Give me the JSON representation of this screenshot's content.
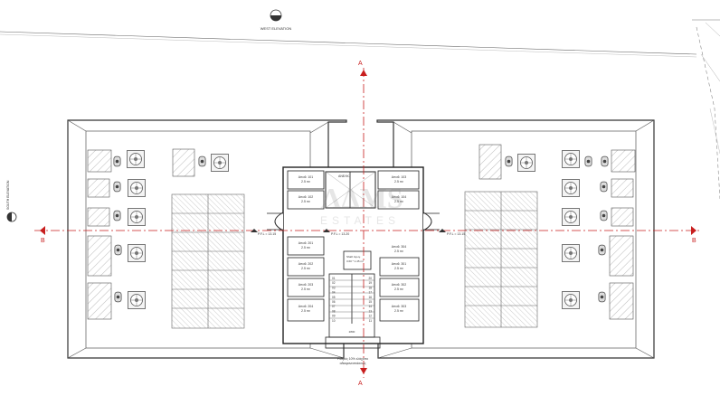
{
  "drawing": {
    "elevation_title": "WEST ELEVATION",
    "side_elevation_title": "SOUTH ELEVATION",
    "section_a": "A",
    "section_b": "B",
    "level_left": "P.F.L = 13.15",
    "level_center": "P.F.L = 13.20",
    "level_right": "P.F.L = 13.15",
    "roof_note_line1": "Ρυθμός 10% ελάχιστο",
    "roof_note_line2": "αδιαφανεστιάσεως",
    "lift_label": "ΑΝΕΛΚ.",
    "shaft_label": "Shaft Αγωγ.",
    "shaft_area": "3.60 * 1.45 m²",
    "stair_step_label": "2800",
    "watermark_logo": "ΛΔΜS",
    "watermark_text": "ESTATES"
  },
  "storage_rooms": [
    {
      "name": "Αποθ. 101",
      "area": "2.5 m²"
    },
    {
      "name": "Αποθ. 102",
      "area": "2.5 m²"
    },
    {
      "name": "Αποθ. 103",
      "area": "2.5 m²"
    },
    {
      "name": "Αποθ. 104",
      "area": "2.5 m²"
    },
    {
      "name": "Αποθ. 201",
      "area": "2.5 m²"
    },
    {
      "name": "Αποθ. 202",
      "area": "2.5 m²"
    },
    {
      "name": "Αποθ. 203",
      "area": "2.5 m²"
    },
    {
      "name": "Αποθ. 204",
      "area": "2.5 m²"
    },
    {
      "name": "Αποθ. 301",
      "area": "2.5 m²"
    },
    {
      "name": "Αποθ. 302",
      "area": "2.5 m²"
    },
    {
      "name": "Αποθ. 303",
      "area": "2.5 m²"
    },
    {
      "name": "Αποθ. 304",
      "area": "2.5 m²"
    }
  ],
  "stair_numbers_left": [
    "01",
    "02",
    "03",
    "04",
    "05",
    "06",
    "07",
    "08",
    "09",
    "10"
  ],
  "stair_numbers_right": [
    "20",
    "19",
    "18",
    "17",
    "16",
    "15",
    "14",
    "13",
    "12",
    "11"
  ]
}
